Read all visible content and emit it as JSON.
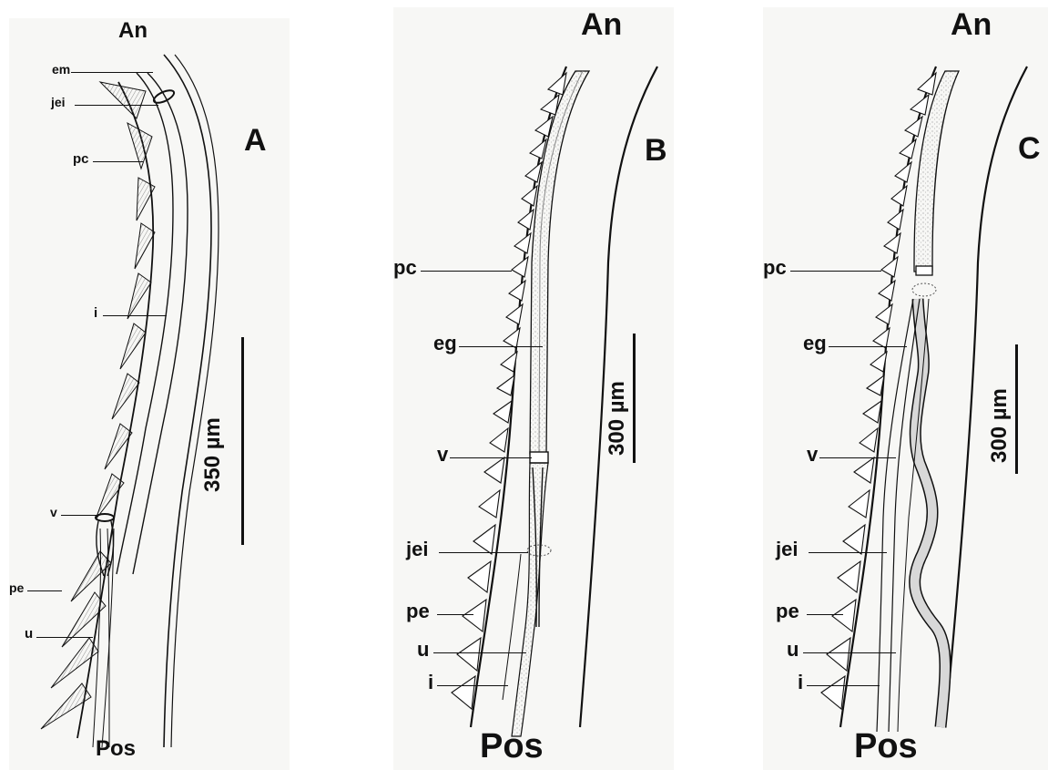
{
  "panels": [
    {
      "letter": "A",
      "anterior": "An",
      "posterior": "Pos",
      "scale_bar": "350 µm",
      "labels": {
        "em": "em",
        "jei": "jei",
        "pc": "pc",
        "i": "i",
        "v": "v",
        "pe": "pe",
        "u": "u"
      }
    },
    {
      "letter": "B",
      "anterior": "An",
      "posterior": "Pos",
      "scale_bar": "300 µm",
      "labels": {
        "pc": "pc",
        "eg": "eg",
        "v": "v",
        "jei": "jei",
        "pe": "pe",
        "u": "u",
        "i": "i"
      }
    },
    {
      "letter": "C",
      "anterior": "An",
      "posterior": "Pos",
      "scale_bar": "300 µm",
      "labels": {
        "pc": "pc",
        "eg": "eg",
        "v": "v",
        "jei": "jei",
        "pe": "pe",
        "u": "u",
        "i": "i"
      }
    }
  ],
  "colors": {
    "ink": "#111111",
    "panel_background": "#f7f7f5",
    "stipple": "#bdbdbd"
  }
}
